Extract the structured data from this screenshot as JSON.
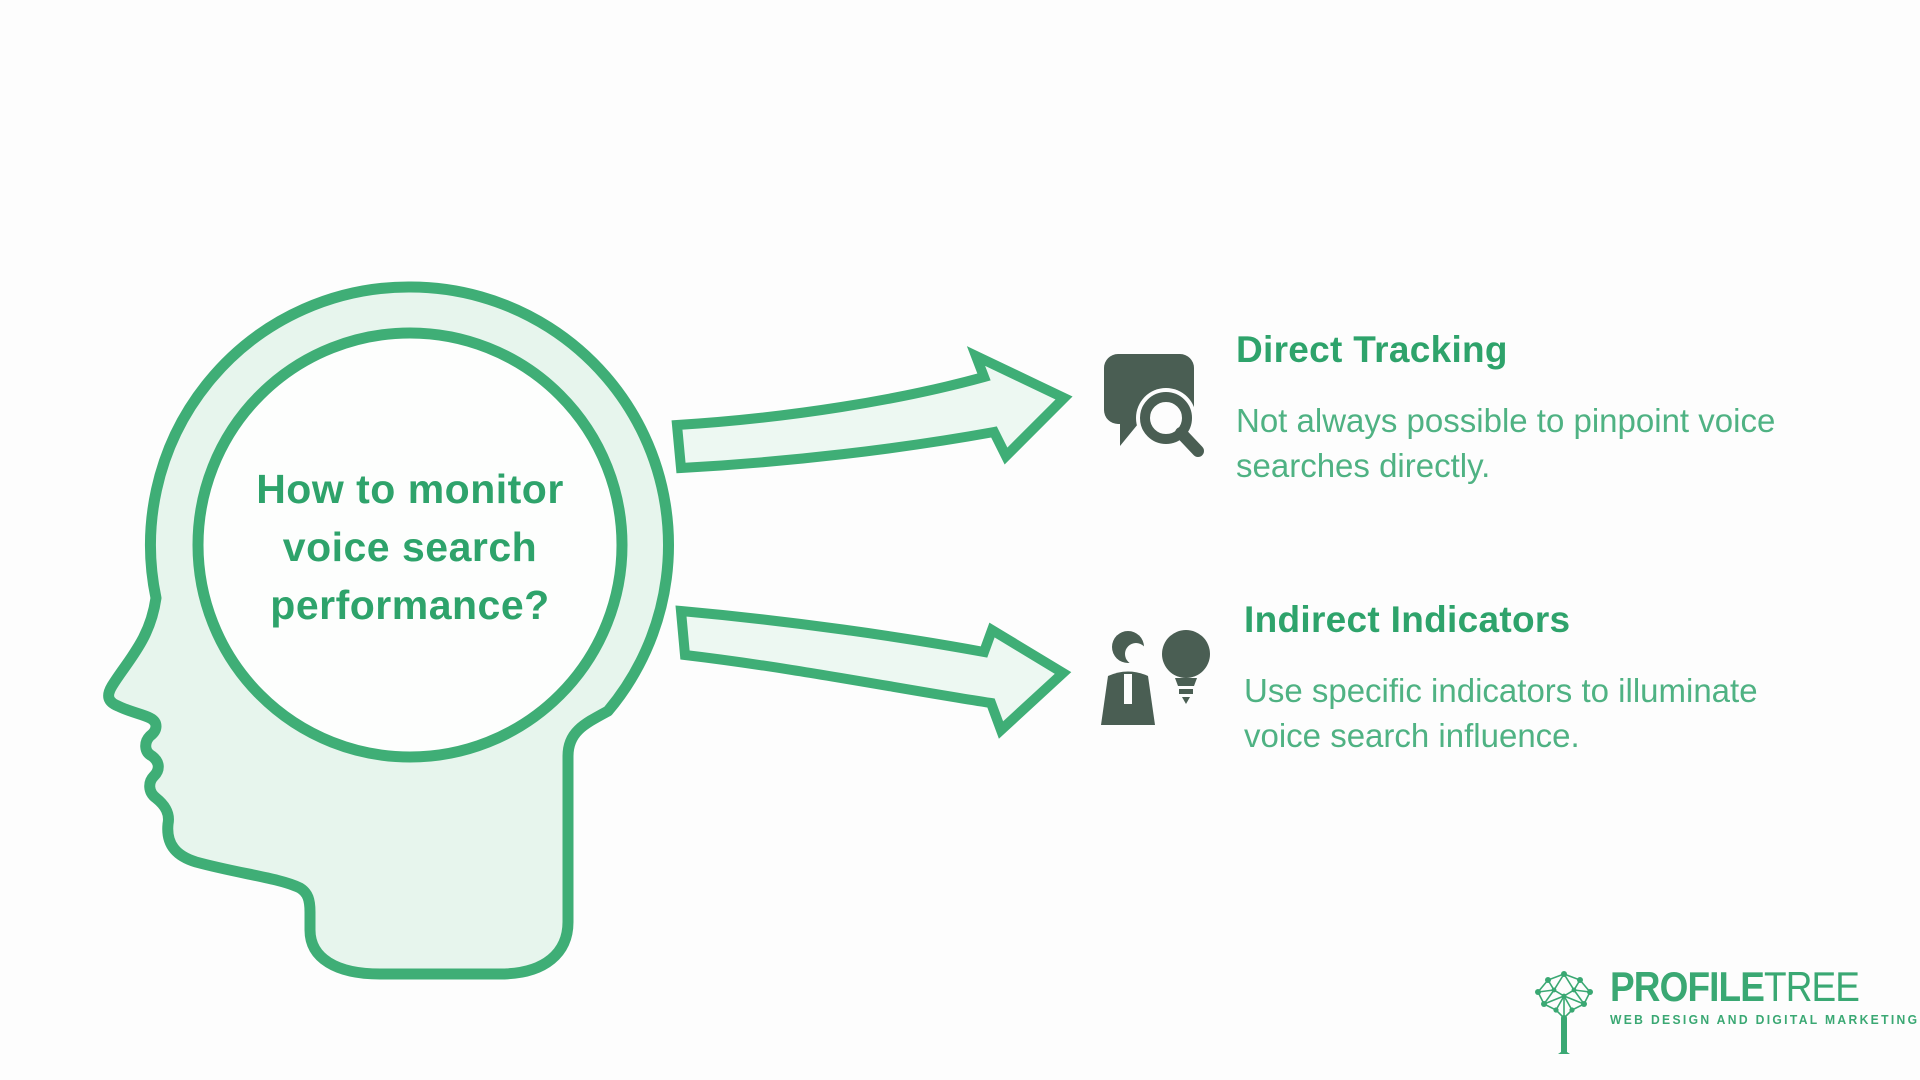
{
  "title": {
    "full": "How to monitor voice search performance?",
    "lines": [
      "How to monitor",
      "voice search",
      "performance?"
    ]
  },
  "sections": [
    {
      "heading": "Direct Tracking",
      "icon": "speech-bubble-search-icon",
      "body": "Not always possible to pinpoint voice searches directly.",
      "body_lines": [
        "Not always possible to pinpoint voice",
        "searches directly."
      ]
    },
    {
      "heading": "Indirect Indicators",
      "icon": "person-lightbulb-icon",
      "body": "Use specific indicators to illuminate voice search influence.",
      "body_lines": [
        "Use specific indicators to illuminate",
        "voice search influence."
      ]
    }
  ],
  "logo": {
    "brand_primary": "PROFILE",
    "brand_secondary": "TREE",
    "tagline": "WEB DESIGN AND DIGITAL MARKETING"
  },
  "colors": {
    "accent_green": "#3fae76",
    "light_green_fill": "#e7f5ed",
    "arrow_fill": "#edf8f2",
    "heading_green": "#2ea36b",
    "body_green": "#4fb283",
    "icon_dark": "#4a5e53",
    "logo_green": "#3aa873",
    "background": "#fdfdfd"
  }
}
